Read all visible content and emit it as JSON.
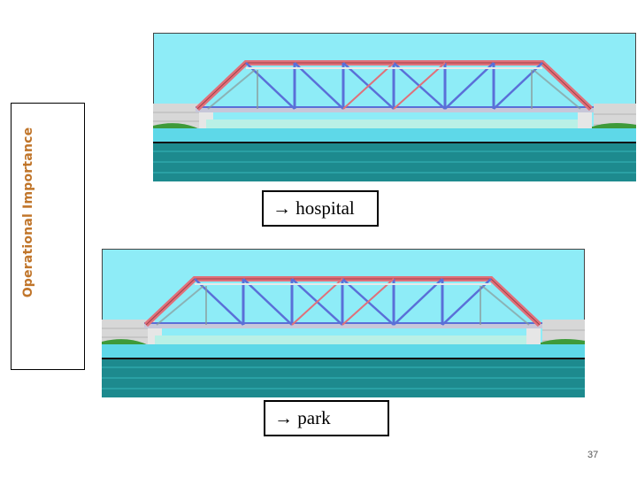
{
  "side_label": "Operational Importance",
  "bridges": [
    {
      "destination": "→ hospital"
    },
    {
      "destination": "→ park"
    }
  ],
  "page_number": "37",
  "colors": {
    "sky": "#8eecf7",
    "water_light": "#5ed8e8",
    "water_dark": "#1d8a8e",
    "grass": "#3e9a3a",
    "truss_red": "#e0707a",
    "truss_blue": "#5a6fd8",
    "stone": "#d7d7d7",
    "label": "#c0752a"
  }
}
